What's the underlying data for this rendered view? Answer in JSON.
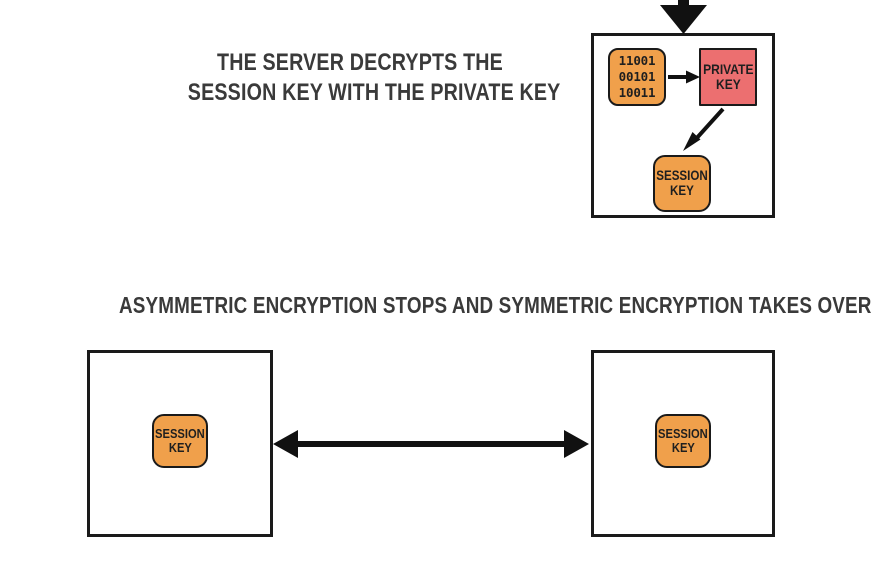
{
  "diagram": {
    "title_hidden": "",
    "colors": {
      "orange_chip": "#F0A04B",
      "red_chip": "#EC6F70",
      "outline": "#1a1a1a",
      "heading_text": "#3a3a3a",
      "background": "#ffffff"
    }
  },
  "headings": {
    "decrypt_line1": "THE SERVER DECRYPTS THE",
    "decrypt_line2": "SESSION KEY WITH THE PRIVATE KEY",
    "takeover": "ASYMMETRIC ENCRYPTION STOPS AND SYMMETRIC ENCRYPTION TAKES OVER"
  },
  "server_box": {
    "binary_chip": {
      "line1": "11001",
      "line2": "00101",
      "line3": "10011"
    },
    "private_key_chip": {
      "line1": "PRIVATE",
      "line2": "KEY"
    },
    "session_key_chip": {
      "line1": "SESSION",
      "line2": "KEY"
    }
  },
  "bottom_left_box": {
    "session_key_chip": {
      "line1": "SESSION",
      "line2": "KEY"
    }
  },
  "bottom_right_box": {
    "session_key_chip": {
      "line1": "SESSION",
      "line2": "KEY"
    }
  },
  "arrows": {
    "incoming_top": "down-arrow-into-server",
    "binary_to_private": "right-arrow",
    "private_to_session": "diagonal-down-left-arrow",
    "symmetric_channel": "double-headed-horizontal-arrow"
  }
}
